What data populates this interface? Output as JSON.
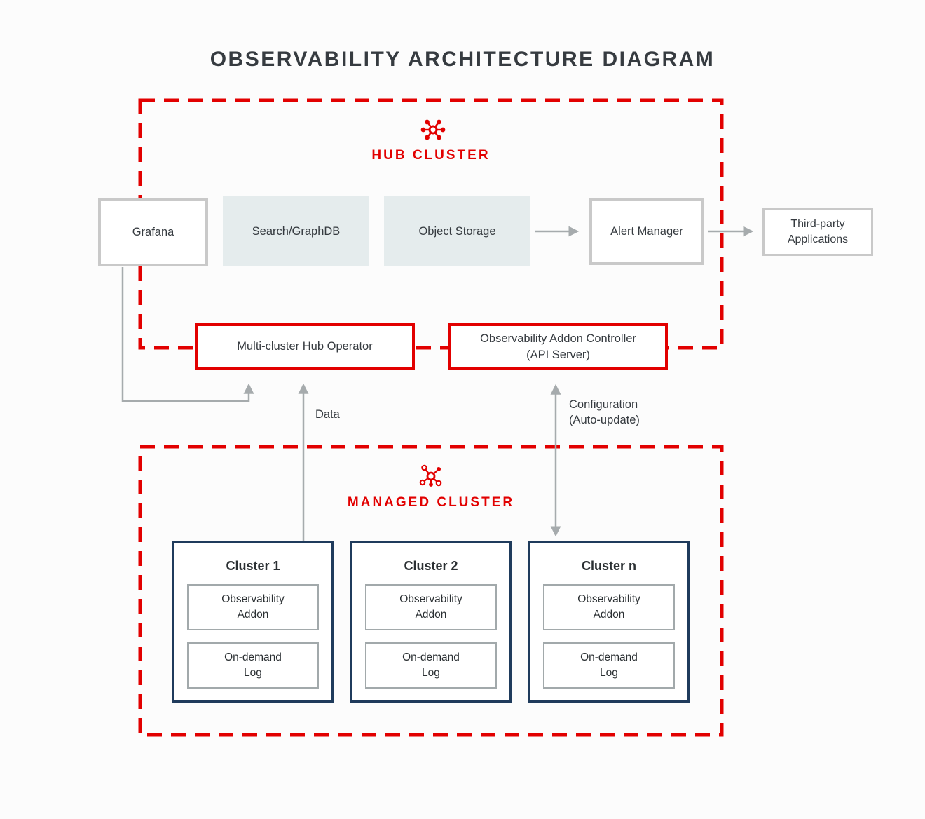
{
  "title": "OBSERVABILITY ARCHITECTURE DIAGRAM",
  "hub_cluster": {
    "label": "HUB CLUSTER",
    "icon": "network-hub-icon",
    "grafana": "Grafana",
    "search_graphdb": "Search/GraphDB",
    "object_storage": "Object Storage",
    "alert_manager": "Alert Manager",
    "multi_cluster_hub_operator": "Multi-cluster Hub Operator",
    "observability_addon_controller": "Observability Addon Controller\n(API Server)"
  },
  "external": {
    "third_party_applications": "Third-party\nApplications"
  },
  "managed_cluster": {
    "label": "MANAGED CLUSTER",
    "icon": "network-node-icon",
    "clusters": [
      {
        "title": "Cluster 1",
        "observability_addon": "Observability\nAddon",
        "on_demand_log": "On-demand\nLog"
      },
      {
        "title": "Cluster 2",
        "observability_addon": "Observability\nAddon",
        "on_demand_log": "On-demand\nLog"
      },
      {
        "title": "Cluster n",
        "observability_addon": "Observability\nAddon",
        "on_demand_log": "On-demand\nLog"
      }
    ]
  },
  "connections": {
    "data_label": "Data",
    "configuration_label": "Configuration\n(Auto-update)"
  },
  "colors": {
    "red": "#e20000",
    "navy_border": "#1f3b5c",
    "light_fill": "#e5eced",
    "gray_border": "#c9c9c9",
    "arrow_gray": "#a6abad",
    "text_dark": "#363b40"
  }
}
